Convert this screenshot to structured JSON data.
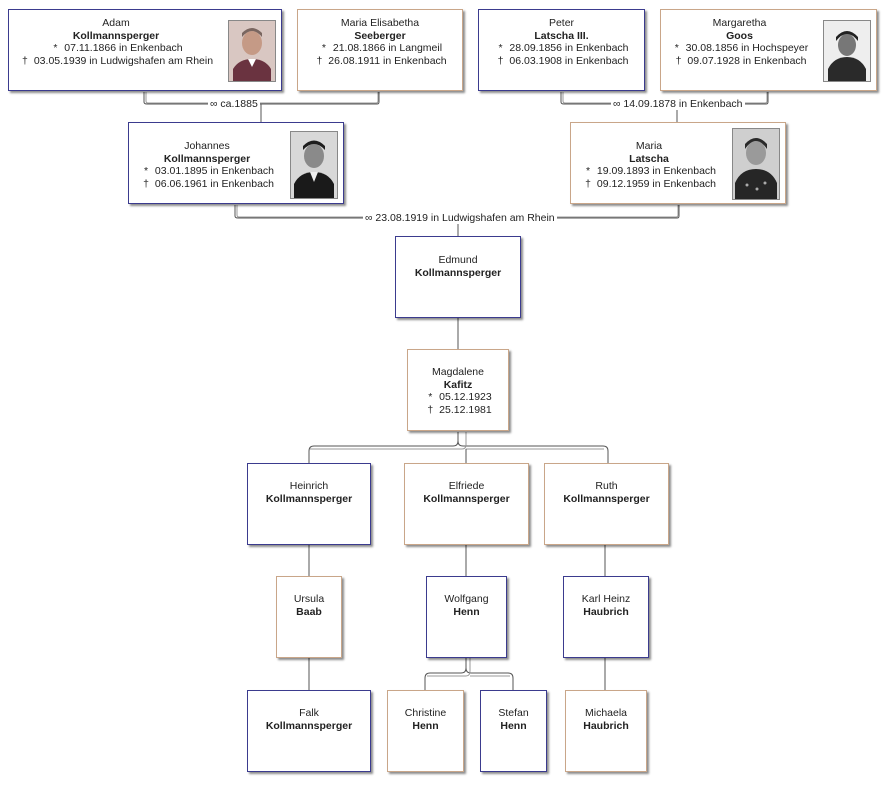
{
  "persons": {
    "adam": {
      "first": "Adam",
      "last": "Kollmannsperger",
      "birth": "07.11.1866 in Enkenbach",
      "death": "03.05.1939 in Ludwigshafen am Rhein"
    },
    "maria_e": {
      "first": "Maria Elisabetha",
      "last": "Seeberger",
      "birth": "21.08.1866 in Langmeil",
      "death": "26.08.1911 in Enkenbach"
    },
    "peter": {
      "first": "Peter",
      "last": "Latscha III.",
      "birth": "28.09.1856 in Enkenbach",
      "death": "06.03.1908 in Enkenbach"
    },
    "margaretha": {
      "first": "Margaretha",
      "last": "Goos",
      "birth": "30.08.1856 in Hochspeyer",
      "death": "09.07.1928 in Enkenbach"
    },
    "johannes": {
      "first": "Johannes",
      "last": "Kollmannsperger",
      "birth": "03.01.1895 in Enkenbach",
      "death": "06.06.1961 in Enkenbach"
    },
    "maria": {
      "first": "Maria",
      "last": "Latscha",
      "birth": "19.09.1893 in Enkenbach",
      "death": "09.12.1959 in Enkenbach"
    },
    "edmund": {
      "first": "Edmund",
      "last": "Kollmannsperger"
    },
    "magdalene": {
      "first": "Magdalene",
      "last": "Kafitz",
      "birth": "05.12.1923",
      "death": "25.12.1981"
    },
    "heinrich": {
      "first": "Heinrich",
      "last": "Kollmannsperger"
    },
    "elfriede": {
      "first": "Elfriede",
      "last": "Kollmannsperger"
    },
    "ruth": {
      "first": "Ruth",
      "last": "Kollmannsperger"
    },
    "ursula": {
      "first": "Ursula",
      "last": "Baab"
    },
    "wolfgang": {
      "first": "Wolfgang",
      "last": "Henn"
    },
    "karlheinz": {
      "first": "Karl Heinz",
      "last": "Haubrich"
    },
    "falk": {
      "first": "Falk",
      "last": "Kollmannsperger"
    },
    "christine": {
      "first": "Christine",
      "last": "Henn"
    },
    "stefan": {
      "first": "Stefan",
      "last": "Henn"
    },
    "michaela": {
      "first": "Michaela",
      "last": "Haubrich"
    }
  },
  "marriages": {
    "adam_maria": "ca.1885",
    "peter_margaretha": "14.09.1878 in Enkenbach",
    "johannes_maria": "23.08.1919 in Ludwigshafen am Rhein"
  },
  "symbols": {
    "birth": "*",
    "death": "†",
    "marriage": "∞"
  },
  "colors": {
    "male_border": "#3b3b8e",
    "female_border": "#c9a689",
    "line": "#555555"
  },
  "icons": {
    "photo": "portrait-photo-icon"
  }
}
